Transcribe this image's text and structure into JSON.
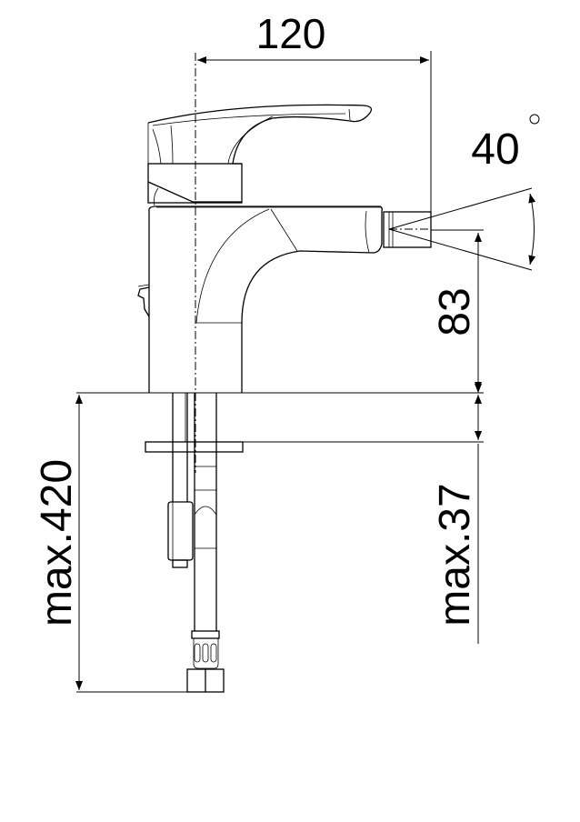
{
  "drawing": {
    "dimensions": {
      "spout_reach": "120",
      "spray_angle": "40",
      "spout_height": "83",
      "total_length": "max.420",
      "deck_thickness": "max.37"
    },
    "colors": {
      "line": "#000000",
      "background": "#ffffff"
    }
  }
}
